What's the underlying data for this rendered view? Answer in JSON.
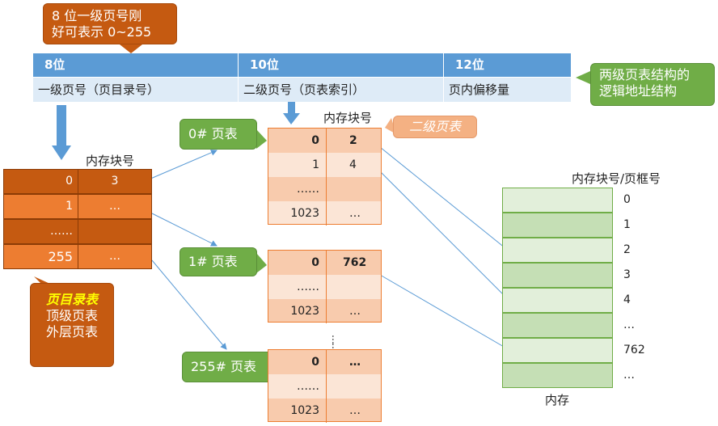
{
  "callouts": {
    "eight_bits": [
      "8 位一级页号刚",
      "好可表示 0~255"
    ],
    "two_level_title": [
      "两级页表结构的",
      "逻辑地址结构"
    ],
    "page_table_0": "0# 页表",
    "page_table_1": "1# 页表",
    "page_table_255": "255# 页表",
    "second_level": "二级页表",
    "dir_title": "页目录表",
    "dir_alias": [
      "顶级页表",
      "外层页表"
    ]
  },
  "address": {
    "fields": [
      {
        "bits": "8位",
        "name": "一级页号（页目录号）"
      },
      {
        "bits": "10位",
        "name": "二级页号（页表索引）"
      },
      {
        "bits": "12位",
        "name": "页内偏移量"
      }
    ]
  },
  "page_directory": {
    "header": "内存块号",
    "rows": [
      {
        "key": "0",
        "val": "3"
      },
      {
        "key": "1",
        "val": "…"
      },
      {
        "key": "……",
        "val": ""
      },
      {
        "key": "255",
        "val": "…"
      }
    ]
  },
  "page_table_header": "内存块号",
  "page_table_0": {
    "rows": [
      {
        "key": "0",
        "val": "2"
      },
      {
        "key": "1",
        "val": "4"
      },
      {
        "key": "……",
        "val": ""
      },
      {
        "key": "1023",
        "val": "…"
      }
    ]
  },
  "page_table_1": {
    "rows": [
      {
        "key": "0",
        "val": "762"
      },
      {
        "key": "……",
        "val": ""
      },
      {
        "key": "1023",
        "val": "…"
      }
    ]
  },
  "vertical_dots": "……",
  "page_table_255": {
    "rows": [
      {
        "key": "0",
        "val": "…"
      },
      {
        "key": "……",
        "val": ""
      },
      {
        "key": "1023",
        "val": "…"
      }
    ]
  },
  "memory": {
    "header": "内存块号/页框号",
    "labels": [
      "0",
      "1",
      "2",
      "3",
      "4",
      "…",
      "762",
      "…"
    ],
    "caption": "内存"
  },
  "colors": {
    "addr_head": "#5b9bd5",
    "addr_body": "#deebf7",
    "dir_dark": "#c55a11",
    "dir_light": "#ed7d31",
    "pt_a": "#f8cbad",
    "pt_b": "#fbe5d6",
    "mem_a": "#e2efda",
    "mem_b": "#c5dfb5",
    "arrow": "#5b9bd5"
  }
}
